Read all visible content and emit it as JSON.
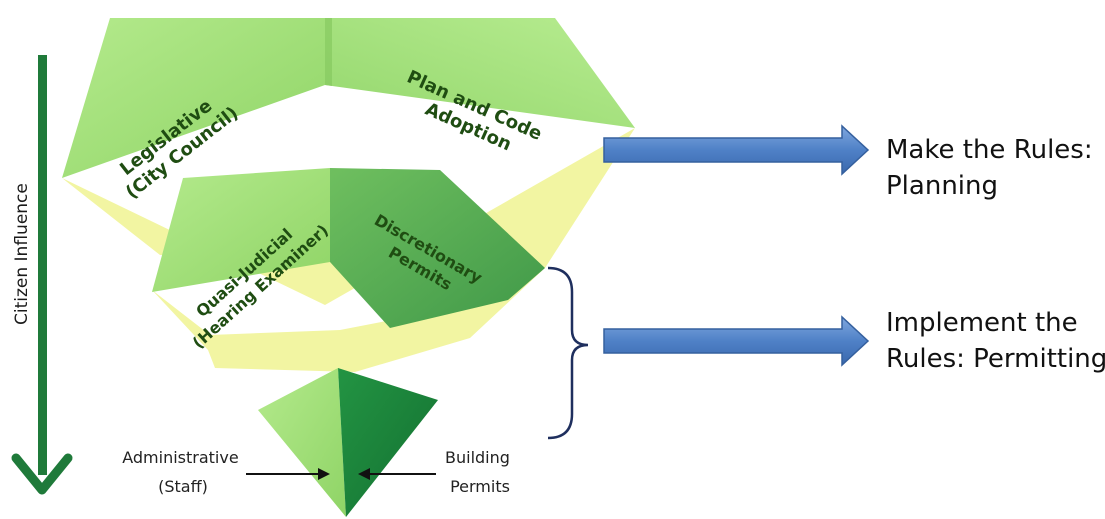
{
  "side_axis": {
    "label": "Citizen Influence",
    "arrow_color": "#1f7a3a"
  },
  "tiers": [
    {
      "left_label_lines": [
        "Legislative",
        "(City Council)"
      ],
      "right_label_lines": [
        "Plan and Code",
        "Adoption"
      ]
    },
    {
      "left_label_lines": [
        "Quasi-Judicial",
        "(Hearing Examiner)"
      ],
      "right_label_lines": [
        "Discretionary",
        "Permits"
      ]
    },
    {
      "left_label_lines": [
        "Administrative",
        "(Staff)"
      ],
      "right_label_lines": [
        "Building",
        "Permits"
      ]
    }
  ],
  "outcomes": [
    {
      "lines": [
        "Make the Rules:",
        "Planning"
      ]
    },
    {
      "lines": [
        "Implement the",
        "Rules: Permitting"
      ]
    }
  ],
  "colors": {
    "light_green": "#a6e27f",
    "mid_green": "#5db35a",
    "dark_green": "#1f8a3c",
    "yellow": "#f4f6a4",
    "arrow_blue": "#4f81c7",
    "arrow_blue_edge": "#35609e",
    "bracket_navy": "#1f2f5e"
  }
}
